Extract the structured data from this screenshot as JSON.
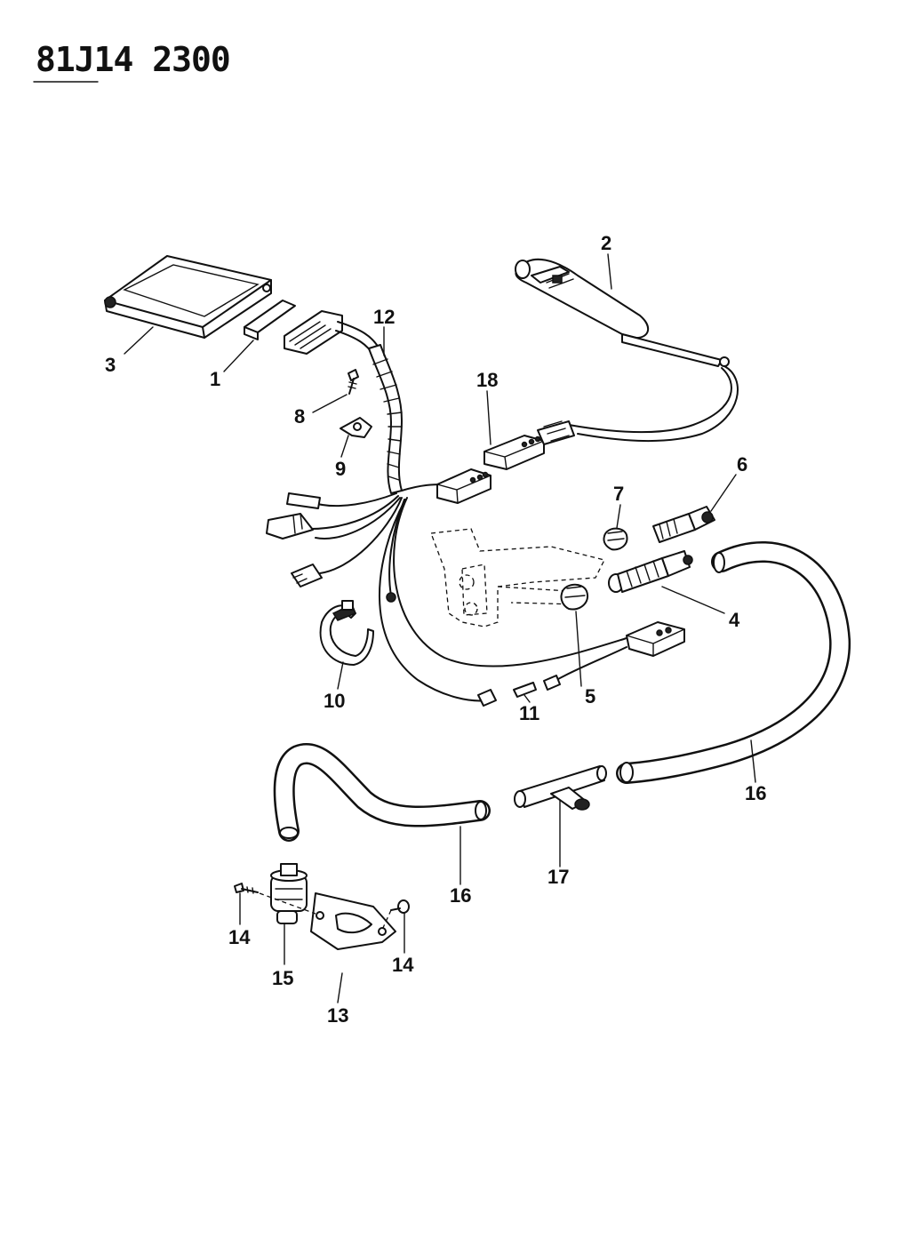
{
  "header": {
    "code": "81J14 2300"
  },
  "callouts": [
    {
      "id": "c1",
      "label": "1"
    },
    {
      "id": "c2",
      "label": "2"
    },
    {
      "id": "c3",
      "label": "3"
    },
    {
      "id": "c4",
      "label": "4"
    },
    {
      "id": "c5",
      "label": "5"
    },
    {
      "id": "c6",
      "label": "6"
    },
    {
      "id": "c7",
      "label": "7"
    },
    {
      "id": "c8",
      "label": "8"
    },
    {
      "id": "c9",
      "label": "9"
    },
    {
      "id": "c10",
      "label": "10"
    },
    {
      "id": "c11",
      "label": "11"
    },
    {
      "id": "c12",
      "label": "12"
    },
    {
      "id": "c13",
      "label": "13"
    },
    {
      "id": "c14a",
      "label": "14"
    },
    {
      "id": "c14b",
      "label": "14"
    },
    {
      "id": "c15",
      "label": "15"
    },
    {
      "id": "c16a",
      "label": "16"
    },
    {
      "id": "c16b",
      "label": "16"
    },
    {
      "id": "c17",
      "label": "17"
    },
    {
      "id": "c18",
      "label": "18"
    }
  ]
}
